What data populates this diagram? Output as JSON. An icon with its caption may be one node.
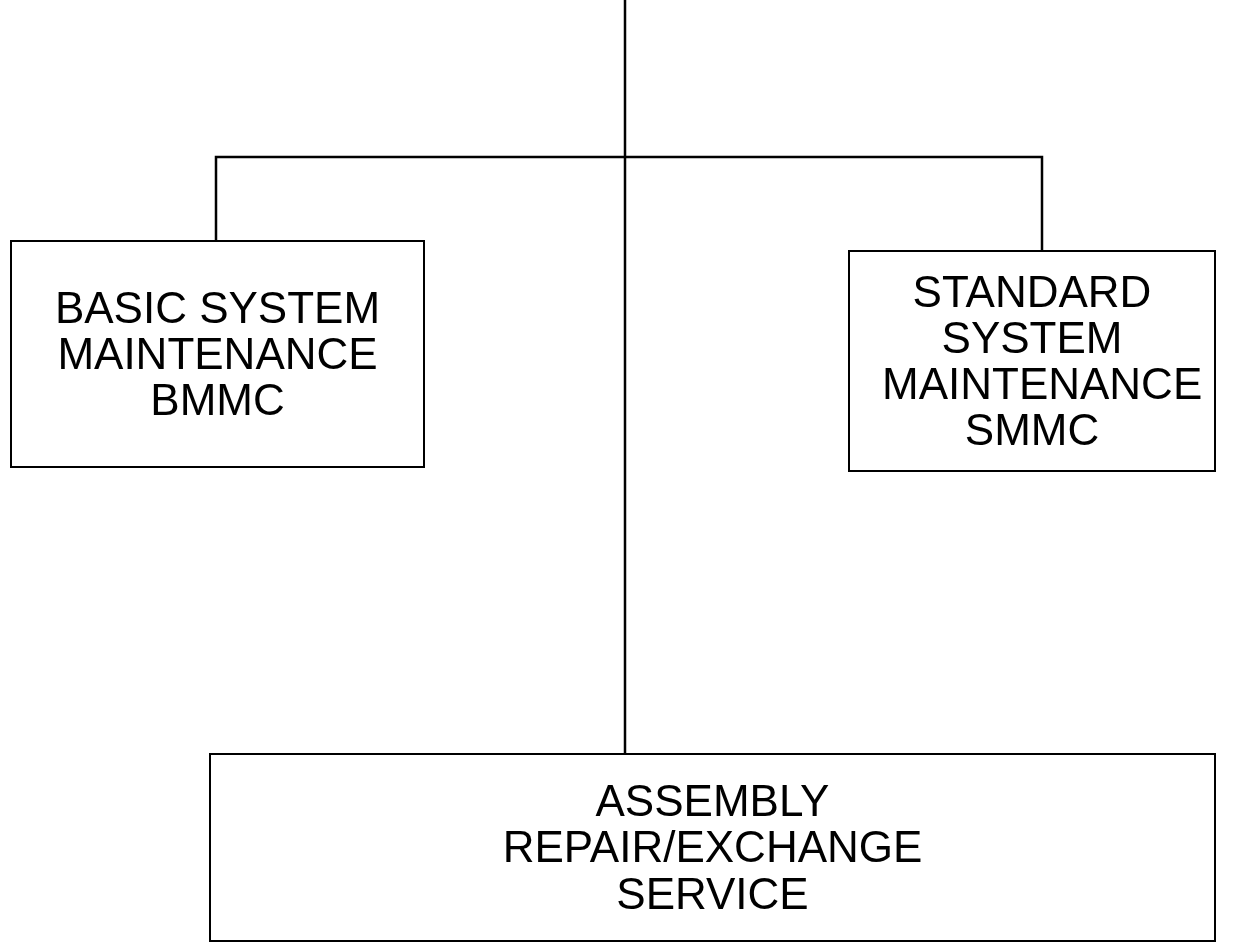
{
  "diagram": {
    "nodes": [
      {
        "text": [
          "BASIC SYSTEM MAINTENANCE BMMC"
        ]
      },
      {
        "text": [
          "STANDARD SYSTEM MAINTENANCE SMMC"
        ]
      },
      {
        "text": [
          "ASSEMBLY REPAIR/EXCHANGE SERVICE"
        ]
      }
    ],
    "edges": [
      {
        "from": null,
        "to": 2,
        "arrow": "none"
      },
      {
        "from": 0,
        "to": 1,
        "arrow": "none"
      }
    ]
  }
}
